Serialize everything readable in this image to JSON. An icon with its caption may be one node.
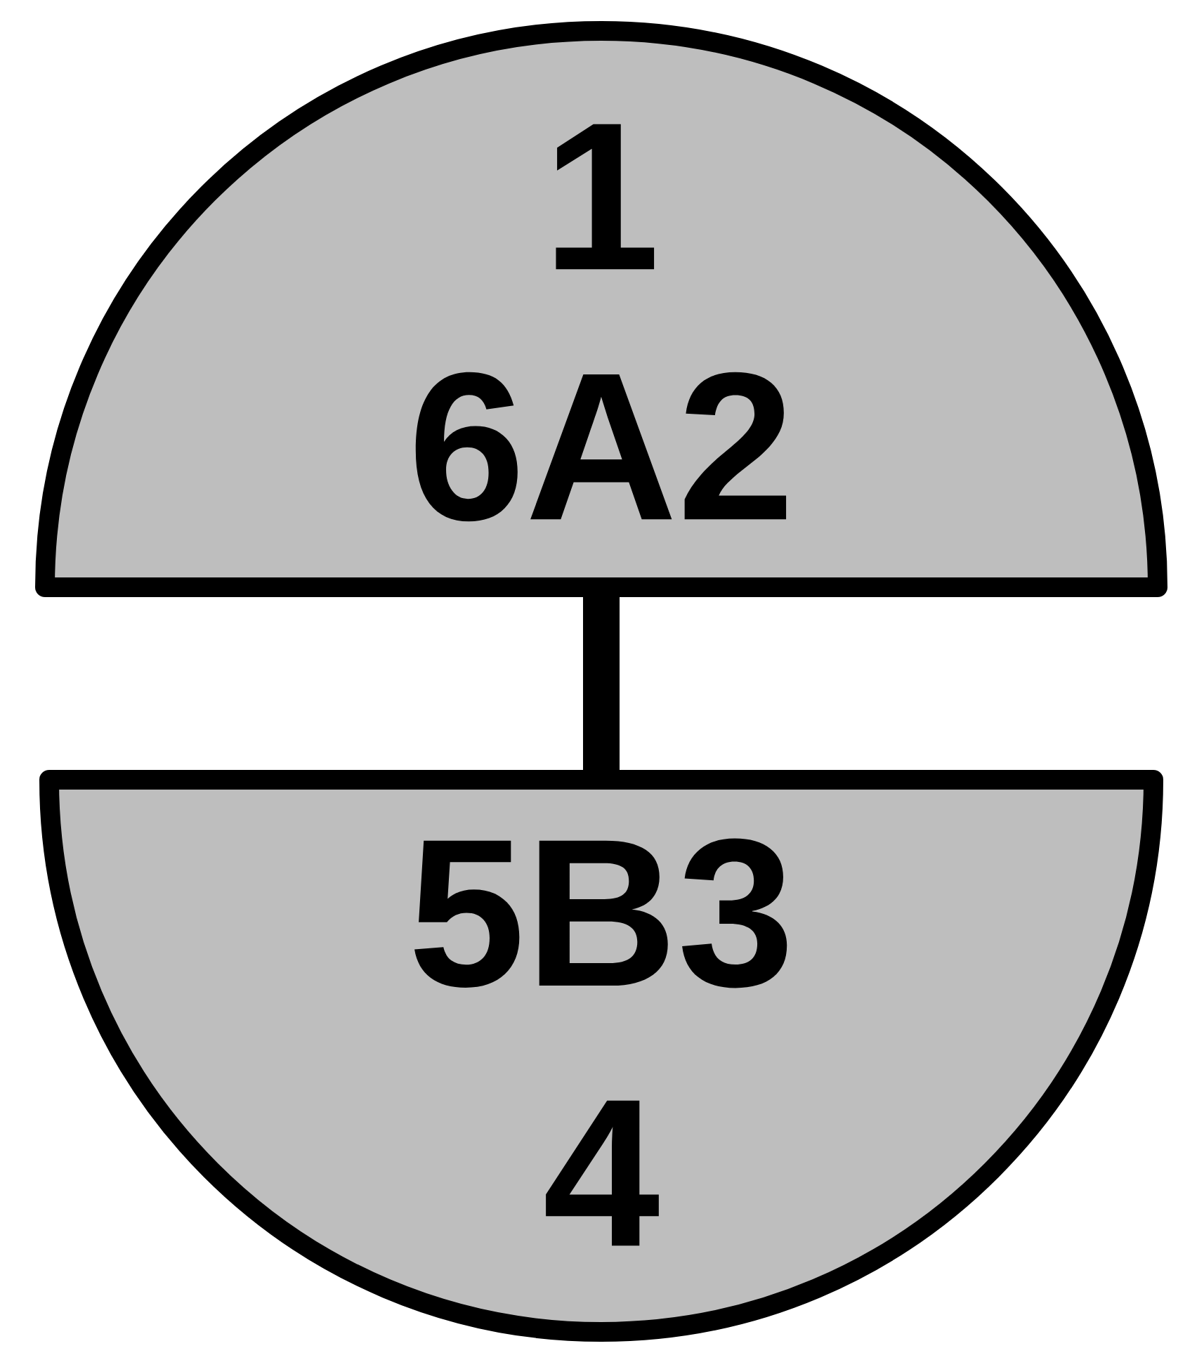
{
  "diagram": {
    "nodes": [
      {
        "text": [
          "1",
          "6A2"
        ]
      },
      {
        "text": [
          "5B3",
          "4"
        ]
      }
    ],
    "edges": [
      {
        "from": 0,
        "to": 1,
        "arrow": "none"
      }
    ]
  }
}
